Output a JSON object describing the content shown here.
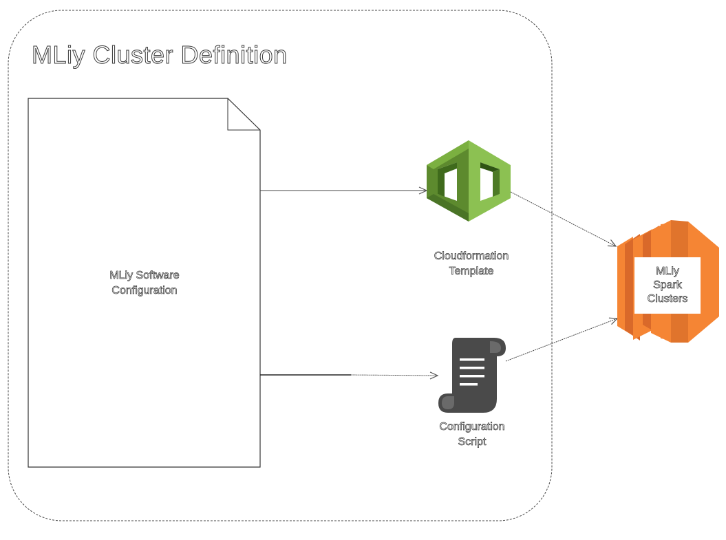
{
  "group": {
    "title": "MLiy Cluster Definition"
  },
  "document": {
    "line1": "MLiy Software",
    "line2": "Configuration"
  },
  "cloudformation": {
    "line1": "Cloudformation",
    "line2": "Template",
    "icon": "aws-cloudformation-icon",
    "color": "#6a9a34"
  },
  "script": {
    "line1": "Configuration",
    "line2": "Script",
    "icon": "script-scroll-icon",
    "color": "#4a4a4a"
  },
  "cluster": {
    "line1": "MLiy",
    "line2": "Spark",
    "line3": "Clusters",
    "icon": "aws-ec2-cluster-icon",
    "color": "#f58534"
  }
}
